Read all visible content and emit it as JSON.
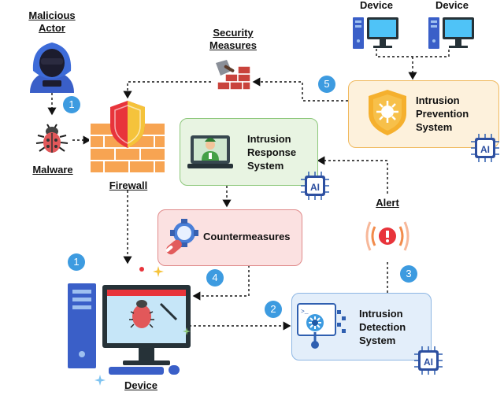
{
  "labels": {
    "malicious_actor": "Malicious\nActor",
    "malware": "Malware",
    "firewall": "Firewall",
    "security_measures": "Security\nMeasures",
    "device_top_1": "Device",
    "device_top_2": "Device",
    "alert": "Alert",
    "device_main": "Device"
  },
  "boxes": {
    "ips": "Intrusion\nPrevention\nSystem",
    "irs": "Intrusion\nResponse\nSystem",
    "countermeasures": "Countermeasures",
    "ids": "Intrusion\nDetection\nSystem"
  },
  "ai_chip_text": "AI",
  "badges": {
    "b1_top": "1",
    "b1_device": "1",
    "b2": "2",
    "b3": "3",
    "b4": "4",
    "b5": "5"
  },
  "colors": {
    "ips_fill": "#fdf1dc",
    "ips_border": "#f0b95e",
    "irs_fill": "#e8f4e2",
    "irs_border": "#8cc77a",
    "cm_fill": "#fbe1e1",
    "cm_border": "#e08a8a",
    "ids_fill": "#e3eefa",
    "ids_border": "#8db6e3",
    "badge": "#3d9be0"
  }
}
